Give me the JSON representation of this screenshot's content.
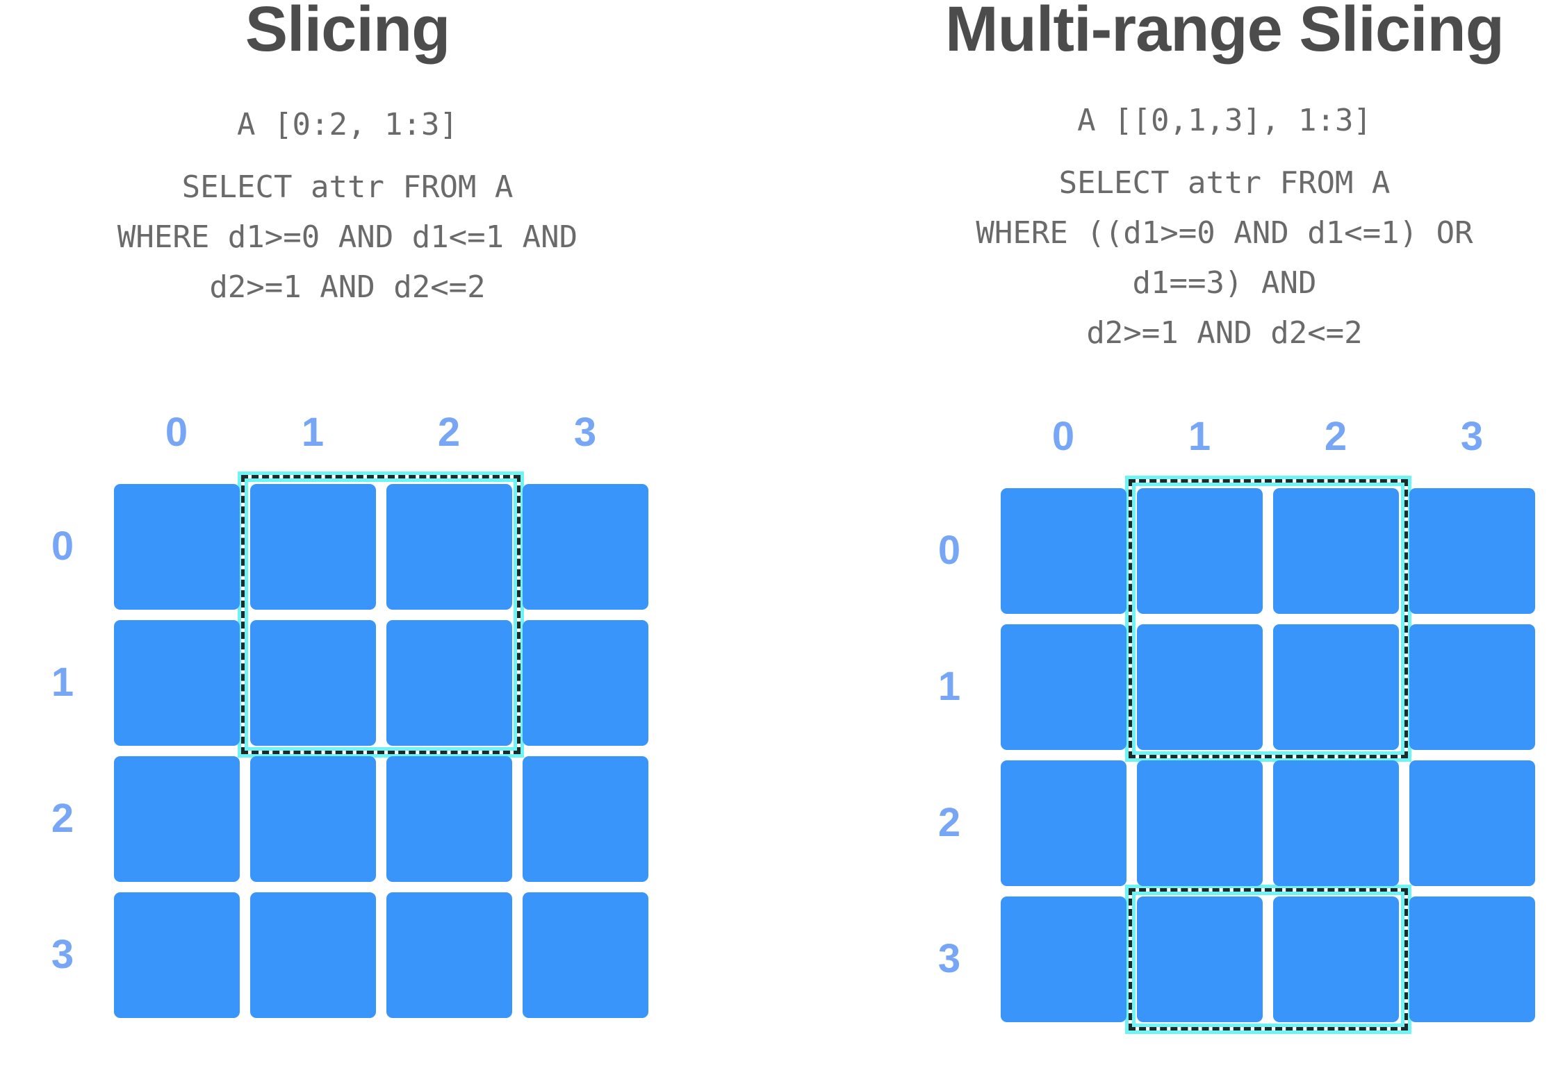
{
  "left": {
    "title": "Slicing",
    "expr": "A [0:2, 1:3]",
    "sql": [
      "SELECT attr FROM A",
      "WHERE d1>=0 AND d1<=1 AND",
      "d2>=1 AND d2<=2"
    ],
    "col_labels": [
      "0",
      "1",
      "2",
      "3"
    ],
    "row_labels": [
      "0",
      "1",
      "2",
      "3"
    ],
    "selection": {
      "rows": [
        [
          0,
          1
        ]
      ],
      "cols": [
        1,
        2
      ]
    }
  },
  "right": {
    "title": "Multi-range Slicing",
    "expr": "A [[0,1,3], 1:3]",
    "sql": [
      "SELECT attr FROM A",
      "WHERE ((d1>=0 AND d1<=1) OR",
      "d1==3) AND",
      "d2>=1 AND d2<=2"
    ],
    "col_labels": [
      "0",
      "1",
      "2",
      "3"
    ],
    "row_labels": [
      "0",
      "1",
      "2",
      "3"
    ],
    "selection": {
      "rows": [
        [
          0,
          1
        ],
        [
          3,
          3
        ]
      ],
      "cols": [
        1,
        2
      ]
    }
  },
  "colors": {
    "cell": "#3a95fb",
    "label": "#76a6f5",
    "highlight": "#6ef4f4",
    "dash": "#1e2a2a",
    "title": "#4c4c4c",
    "code": "#6a6a6a"
  }
}
